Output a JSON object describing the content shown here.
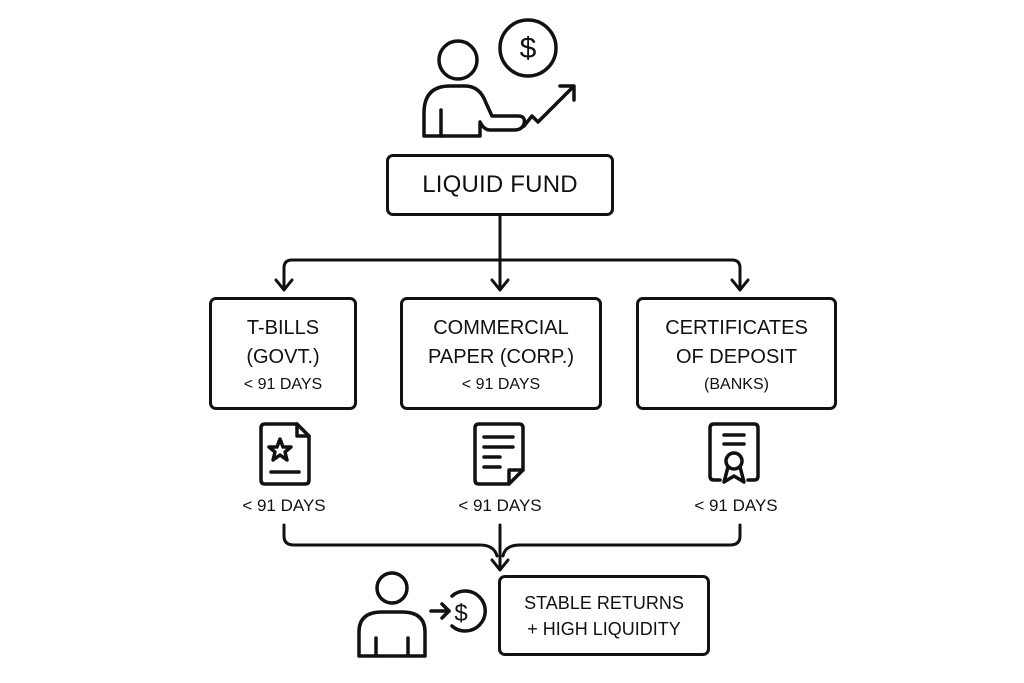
{
  "diagram": {
    "root": {
      "label": "LIQUID FUND",
      "icon": "investor-growth-icon"
    },
    "categories": [
      {
        "title_lines": [
          "T-BILLS",
          "(GOVT.)"
        ],
        "subtitle": "< 91 DAYS",
        "icon": "star-document-icon",
        "maturity_label": "< 91 DAYS"
      },
      {
        "title_lines": [
          "COMMERCIAL",
          "PAPER (CORP.)"
        ],
        "subtitle": "< 91 DAYS",
        "icon": "text-document-icon",
        "maturity_label": "< 91 DAYS"
      },
      {
        "title_lines": [
          "CERTIFICATES",
          "OF DEPOSIT"
        ],
        "subtitle": "(BANKS)",
        "icon": "certificate-icon",
        "maturity_label": "< 91 DAYS"
      }
    ],
    "result": {
      "lines": [
        "STABLE RETURNS",
        "+ HIGH LIQUIDITY"
      ],
      "icon": "investor-returns-icon"
    }
  },
  "colors": {
    "stroke": "#111111",
    "background": "#ffffff"
  }
}
